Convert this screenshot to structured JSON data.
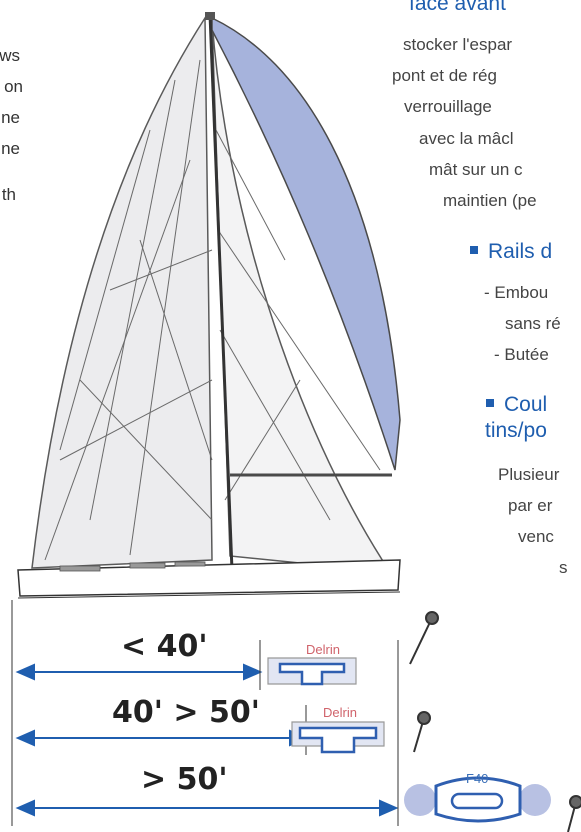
{
  "left_text": [
    "ws",
    "y on",
    "ne",
    "ne",
    "th"
  ],
  "right_text": {
    "top_line": "face avant",
    "lines": [
      "stocker l'espar",
      "pont et de rég",
      "verrouillage",
      "avec la mâcl",
      "mât sur un c",
      "maintien (pe"
    ]
  },
  "sections": [
    {
      "heading": "Rails d",
      "items": [
        "- Embou",
        "sans ré",
        "- Butée"
      ]
    },
    {
      "heading_lines": [
        "Coul",
        "tins/po"
      ],
      "items": [
        "Plusieur",
        "par er",
        "venc",
        "s"
      ]
    }
  ],
  "size_labels": [
    "< 40'",
    "40' > 50'",
    "> 50'"
  ],
  "profile_labels": [
    "Delrin",
    "Delrin"
  ],
  "car_label": "F40",
  "colors": {
    "accent_blue": "#1f5eaf",
    "spinnaker": "#a6b3dc",
    "sail": "#ececee",
    "profile_fill": "#c8cfe6",
    "delrin_text": "#d0636b"
  }
}
